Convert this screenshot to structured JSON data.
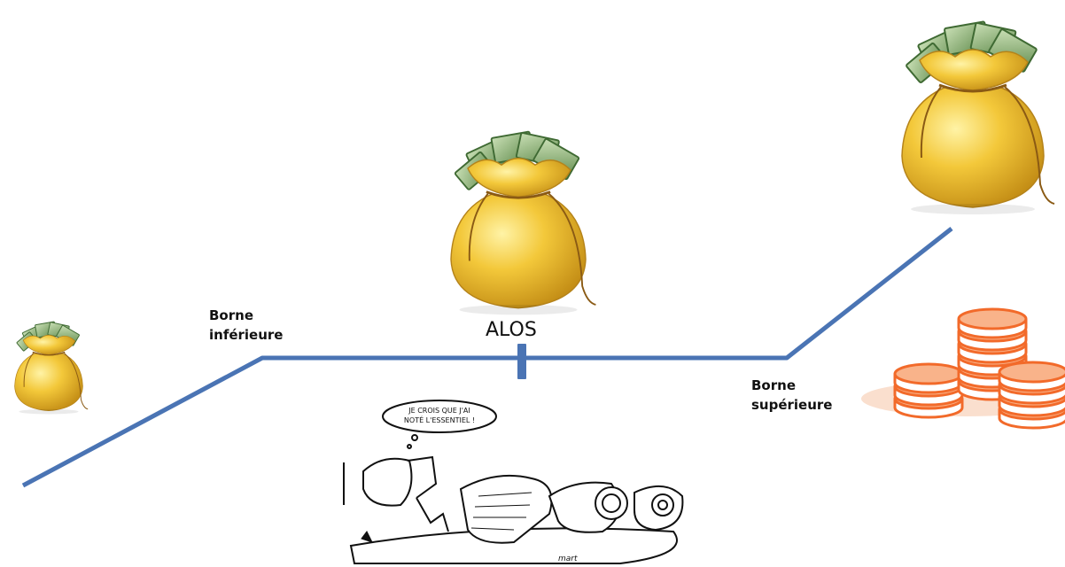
{
  "labels": {
    "lower_line1": "Borne",
    "lower_line2": "inférieure",
    "center": "ALOS",
    "upper_line1": "Borne",
    "upper_line2": "supérieure"
  },
  "cartoon": {
    "speech_line1": "JE CROIS QUE J'AI",
    "speech_line2": "NOTÉ L'ESSENTIEL !",
    "signature": "mart"
  },
  "colors": {
    "line": "#4a74b4",
    "bag_gold": "#f0c23a",
    "bag_shadow": "#c9951c",
    "money": "#5f8a4b",
    "coin": "#f26a2a"
  },
  "icons": [
    "money-bag-small-icon",
    "money-bag-medium-icon",
    "money-bag-large-icon",
    "euro-coins-icon",
    "cartoon-person-scrolls-icon"
  ]
}
